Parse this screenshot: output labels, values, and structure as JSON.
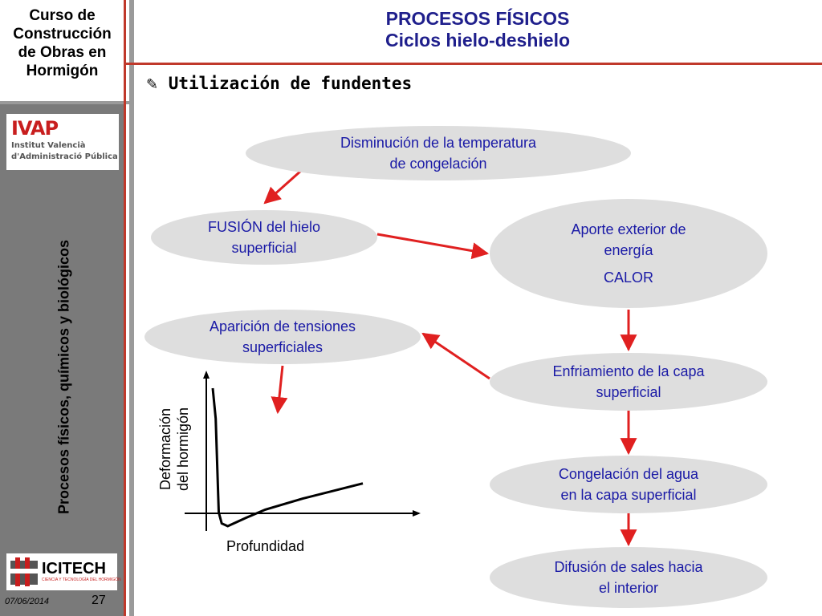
{
  "sidebar": {
    "course_title_lines": [
      "Curso de",
      "Construcción",
      "de Obras en",
      "Hormigón"
    ],
    "vertical_title": "Procesos físicos, químicos y biológicos",
    "ivap_logo": {
      "mark": "IVAP",
      "line1": "Institut Valencià",
      "line2": "d'Administració Pública"
    },
    "icitech_logo": {
      "word": "ICITECH",
      "tagline": "CIENCIA Y TECNOLOGÍA DEL HORMIGÓN"
    },
    "footer_date": "07/06/2014",
    "page_number": "27"
  },
  "header": {
    "title": "PROCESOS FÍSICOS",
    "subtitle": "Ciclos hielo-deshielo"
  },
  "section": {
    "bullet_icon": "pencil-icon",
    "heading": "Utilización de fundentes"
  },
  "nodes": {
    "disminucion": [
      "Disminución de la temperatura",
      "de congelación"
    ],
    "fusion": [
      "FUSIÓN del hielo",
      "superficial"
    ],
    "aporte": [
      "Aporte exterior de",
      "energía",
      "CALOR"
    ],
    "aparicion": [
      "Aparición de tensiones",
      "superficiales"
    ],
    "enfriamiento": [
      "Enfriamiento de la capa",
      "superficial"
    ],
    "congelacion": [
      "Congelación del agua",
      "en la capa superficial"
    ],
    "difusion": [
      "Difusión de sales hacia",
      "el interior"
    ]
  },
  "chart_data": {
    "type": "line",
    "xlabel": "Profundidad",
    "ylabel": [
      "Deformación",
      "del hormigón"
    ],
    "grid": false,
    "series": [
      {
        "x": [
          0.0,
          0.02,
          0.04,
          0.06,
          0.1,
          0.22,
          0.35,
          0.6,
          1.0
        ],
        "y": [
          1.0,
          0.78,
          0.1,
          0.02,
          0.0,
          0.06,
          0.12,
          0.2,
          0.31
        ]
      }
    ]
  },
  "colors": {
    "title": "#1f1f8c",
    "node_text": "#1a1aa6",
    "node_fill": "#dedede",
    "arrow": "#e02020",
    "rule_red": "#c0392b",
    "sidebar_gray": "#7a7a7a"
  }
}
